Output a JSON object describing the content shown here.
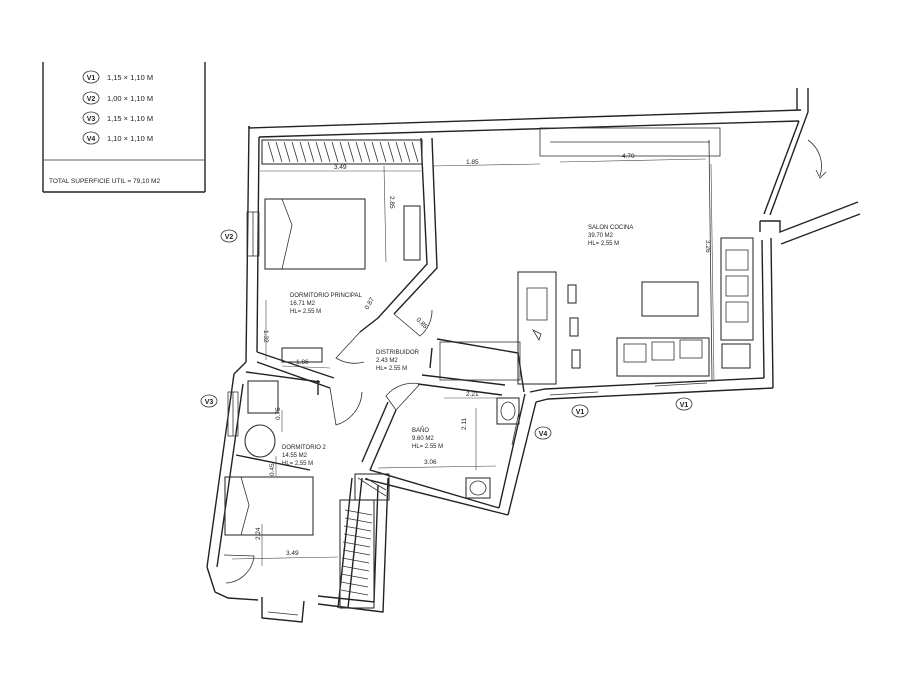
{
  "legend": {
    "windows": [
      {
        "id": "V1",
        "size": "1,15 × 1,10 M"
      },
      {
        "id": "V2",
        "size": "1,00 × 1,10 M"
      },
      {
        "id": "V3",
        "size": "1,15 × 1,10 M"
      },
      {
        "id": "V4",
        "size": "1,10 × 1,10 M"
      }
    ],
    "total": "TOTAL SUPERFICIE UTIL = 79,10 M2"
  },
  "rooms": {
    "salon": {
      "name": "SALON COCINA",
      "area": "39.70 M2",
      "hl": "HL= 2,55 M"
    },
    "dorm1": {
      "name": "DORMITORIO PRINCIPAL",
      "area": "16.71 M2",
      "hl": "HL= 2,55 M"
    },
    "distrib": {
      "name": "DISTRIBUIDOR",
      "area": "2.43 M2",
      "hl": "HL= 2.55 M"
    },
    "bano": {
      "name": "BAÑO",
      "area": "9.60 M2",
      "hl": "HL= 2.55 M"
    },
    "dorm2": {
      "name": "DORMITORIO 2",
      "area": "14.55 M2",
      "hl": "HL= 2,55 M"
    }
  },
  "dimensions": {
    "d349a": "3.49",
    "d285": "2.85",
    "d185": "1.85",
    "d470": "4.70",
    "d326": "3.26",
    "d132": "1.32",
    "d186": "1.86",
    "d087": "0.87",
    "d085": "0.85",
    "d221": "2.21",
    "d211": "2.11",
    "d306": "3.06",
    "d045": "0.45",
    "d224": "2.24",
    "d349b": "3.49",
    "d075": "0.75"
  },
  "tags": {
    "v2": "V2",
    "v3": "V3",
    "v1a": "V1",
    "v1b": "V1",
    "v4": "V4"
  }
}
